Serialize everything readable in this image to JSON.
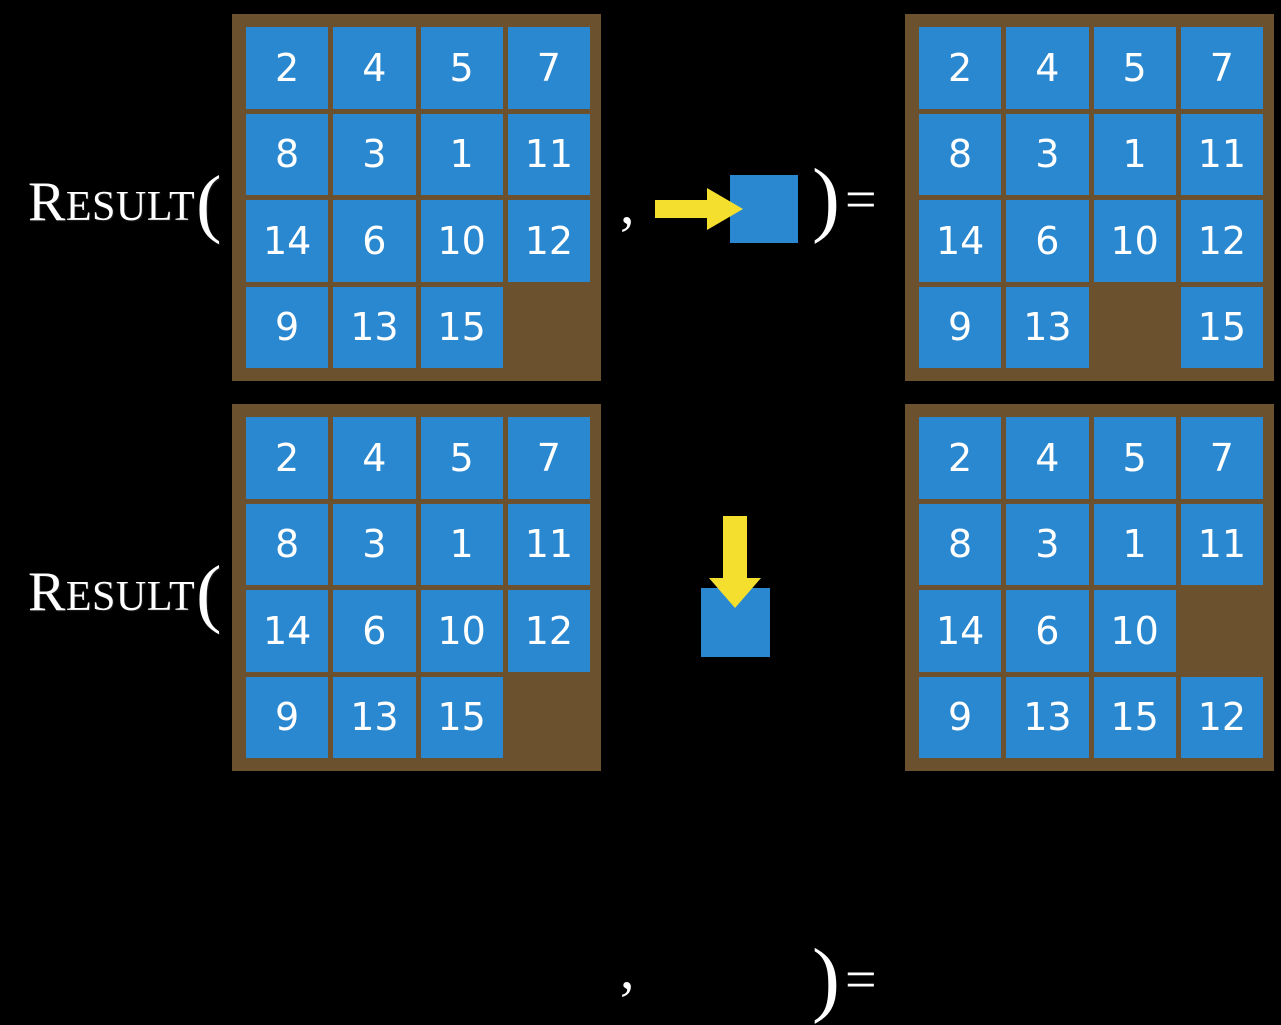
{
  "slide": {
    "background_color": "#000000",
    "tile_color": "#2a88d0",
    "frame_color": "#6b512d",
    "arrow_color": "#f4df2e",
    "text_color": "#ffffff"
  },
  "rows": [
    {
      "label_cap": "R",
      "label_rest": "ESULT",
      "label_open_paren": "(",
      "comma": ",",
      "operator": {
        "icon": "arrow-right-icon",
        "direction": "right",
        "description": "slide tile right"
      },
      "close_paren": ")",
      "equals": "=",
      "input_grid": {
        "rows": [
          [
            "2",
            "4",
            "5",
            "7"
          ],
          [
            "8",
            "3",
            "1",
            "11"
          ],
          [
            "14",
            "6",
            "10",
            "12"
          ],
          [
            "9",
            "13",
            "15",
            ""
          ]
        ]
      },
      "output_grid": {
        "rows": [
          [
            "2",
            "4",
            "5",
            "7"
          ],
          [
            "8",
            "3",
            "1",
            "11"
          ],
          [
            "14",
            "6",
            "10",
            "12"
          ],
          [
            "9",
            "13",
            "",
            "15"
          ]
        ]
      }
    },
    {
      "label_cap": "R",
      "label_rest": "ESULT",
      "label_open_paren": "(",
      "comma": ",",
      "operator": {
        "icon": "arrow-down-icon",
        "direction": "down",
        "description": "slide tile down"
      },
      "close_paren": ")",
      "equals": "=",
      "input_grid": {
        "rows": [
          [
            "2",
            "4",
            "5",
            "7"
          ],
          [
            "8",
            "3",
            "1",
            "11"
          ],
          [
            "14",
            "6",
            "10",
            "12"
          ],
          [
            "9",
            "13",
            "15",
            ""
          ]
        ]
      },
      "output_grid": {
        "rows": [
          [
            "2",
            "4",
            "5",
            "7"
          ],
          [
            "8",
            "3",
            "1",
            "11"
          ],
          [
            "14",
            "6",
            "10",
            ""
          ],
          [
            "9",
            "13",
            "15",
            "12"
          ]
        ]
      }
    }
  ]
}
